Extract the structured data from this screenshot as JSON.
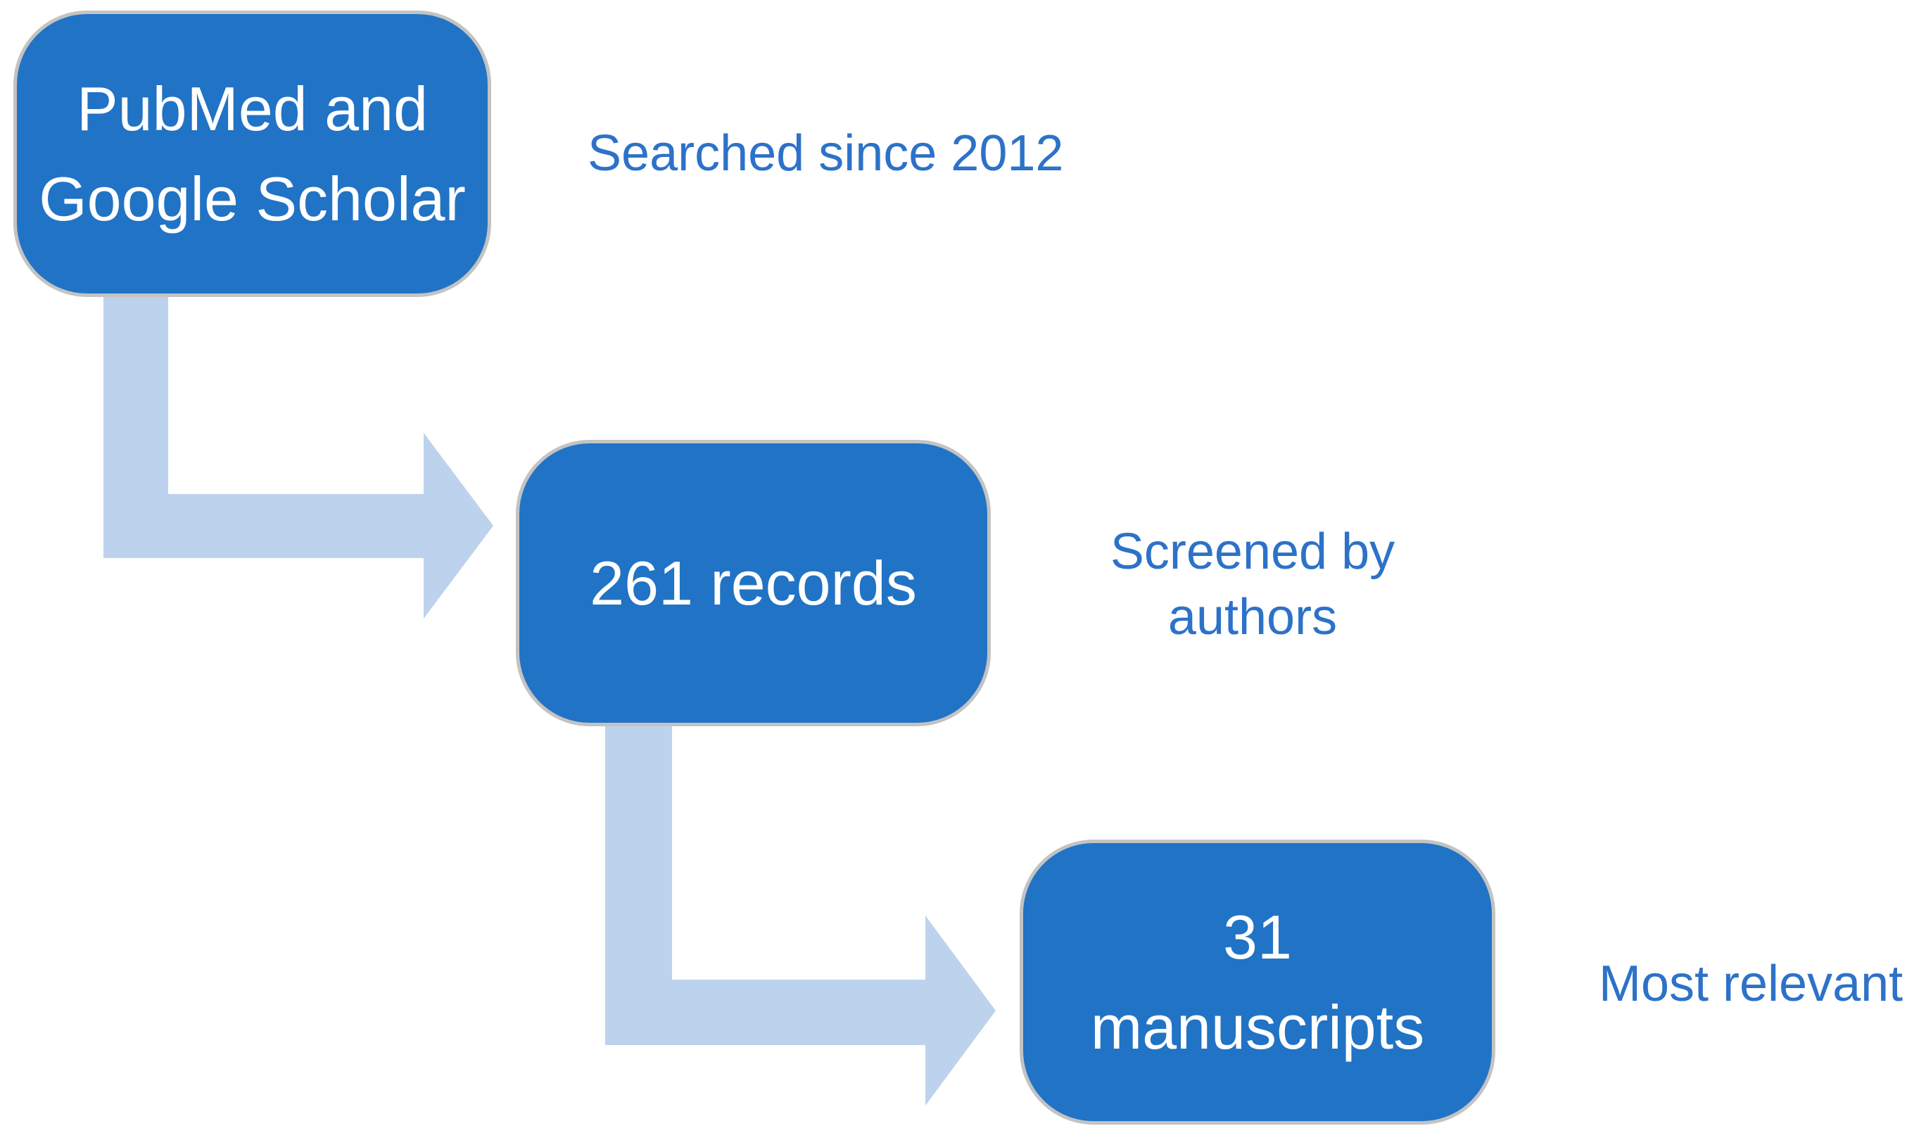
{
  "flowchart": {
    "nodes": [
      {
        "line1": "PubMed and",
        "line2": "Google Scholar"
      },
      {
        "line1": "261 records"
      },
      {
        "line1": "31",
        "line2": "manuscripts"
      }
    ],
    "annotations": [
      {
        "text": "Searched since 2012"
      },
      {
        "line1": "Screened by",
        "line2": "authors"
      },
      {
        "text": "Most relevant"
      }
    ],
    "edges": [
      {
        "from": "PubMed and Google Scholar",
        "to": "261 records",
        "style": "elbow-arrow-down-right"
      },
      {
        "from": "261 records",
        "to": "31 manuscripts",
        "style": "elbow-arrow-down-right"
      }
    ],
    "colors": {
      "node_fill": "#2173C5",
      "node_border": "#C3C3C3",
      "node_text": "#FFFFFF",
      "arrow_fill": "#BDD2EC",
      "annotation_text": "#2D72C8",
      "background": "#FFFFFF"
    }
  }
}
